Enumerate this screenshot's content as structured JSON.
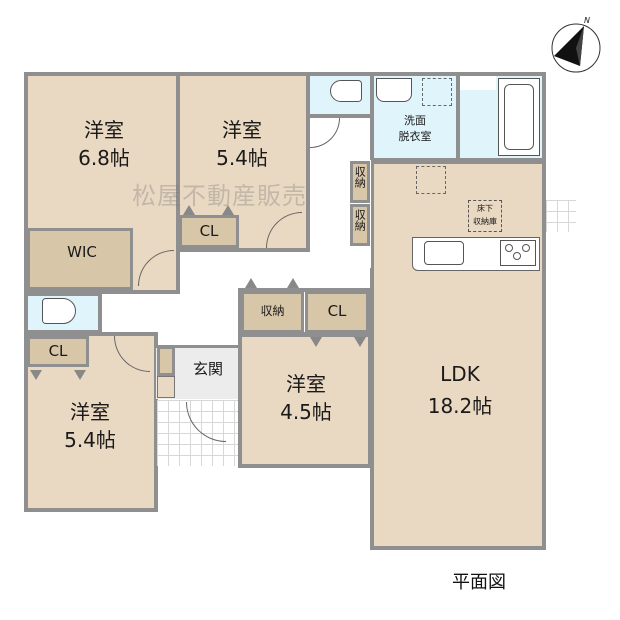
{
  "title": "平面図",
  "watermark": "松屋不動産販売",
  "compass": {
    "label": "N"
  },
  "rooms": {
    "western_68": {
      "name": "洋室",
      "size": "6.8帖"
    },
    "western_54_top": {
      "name": "洋室",
      "size": "5.4帖"
    },
    "western_54_bottom": {
      "name": "洋室",
      "size": "5.4帖"
    },
    "western_45": {
      "name": "洋室",
      "size": "4.5帖"
    },
    "ldk": {
      "name": "LDK",
      "size": "18.2帖"
    },
    "washroom": {
      "name_line1": "洗面",
      "name_line2": "脱衣室"
    },
    "entrance": {
      "name": "玄関"
    },
    "underfloor": {
      "line1": "床下",
      "line2": "収納庫"
    }
  },
  "storage": {
    "wic": "WIC",
    "cl_top": "CL",
    "cl_left": "CL",
    "cl_mid": "CL",
    "shuno_mid": "収納",
    "shuno_v1": "収納",
    "shuno_v2": "収納"
  },
  "colors": {
    "room": "#ead9c2",
    "storage": "#d8c6a8",
    "wet": "#dff4fb",
    "wall": "#8f8f8f",
    "entry": "#ececec"
  }
}
